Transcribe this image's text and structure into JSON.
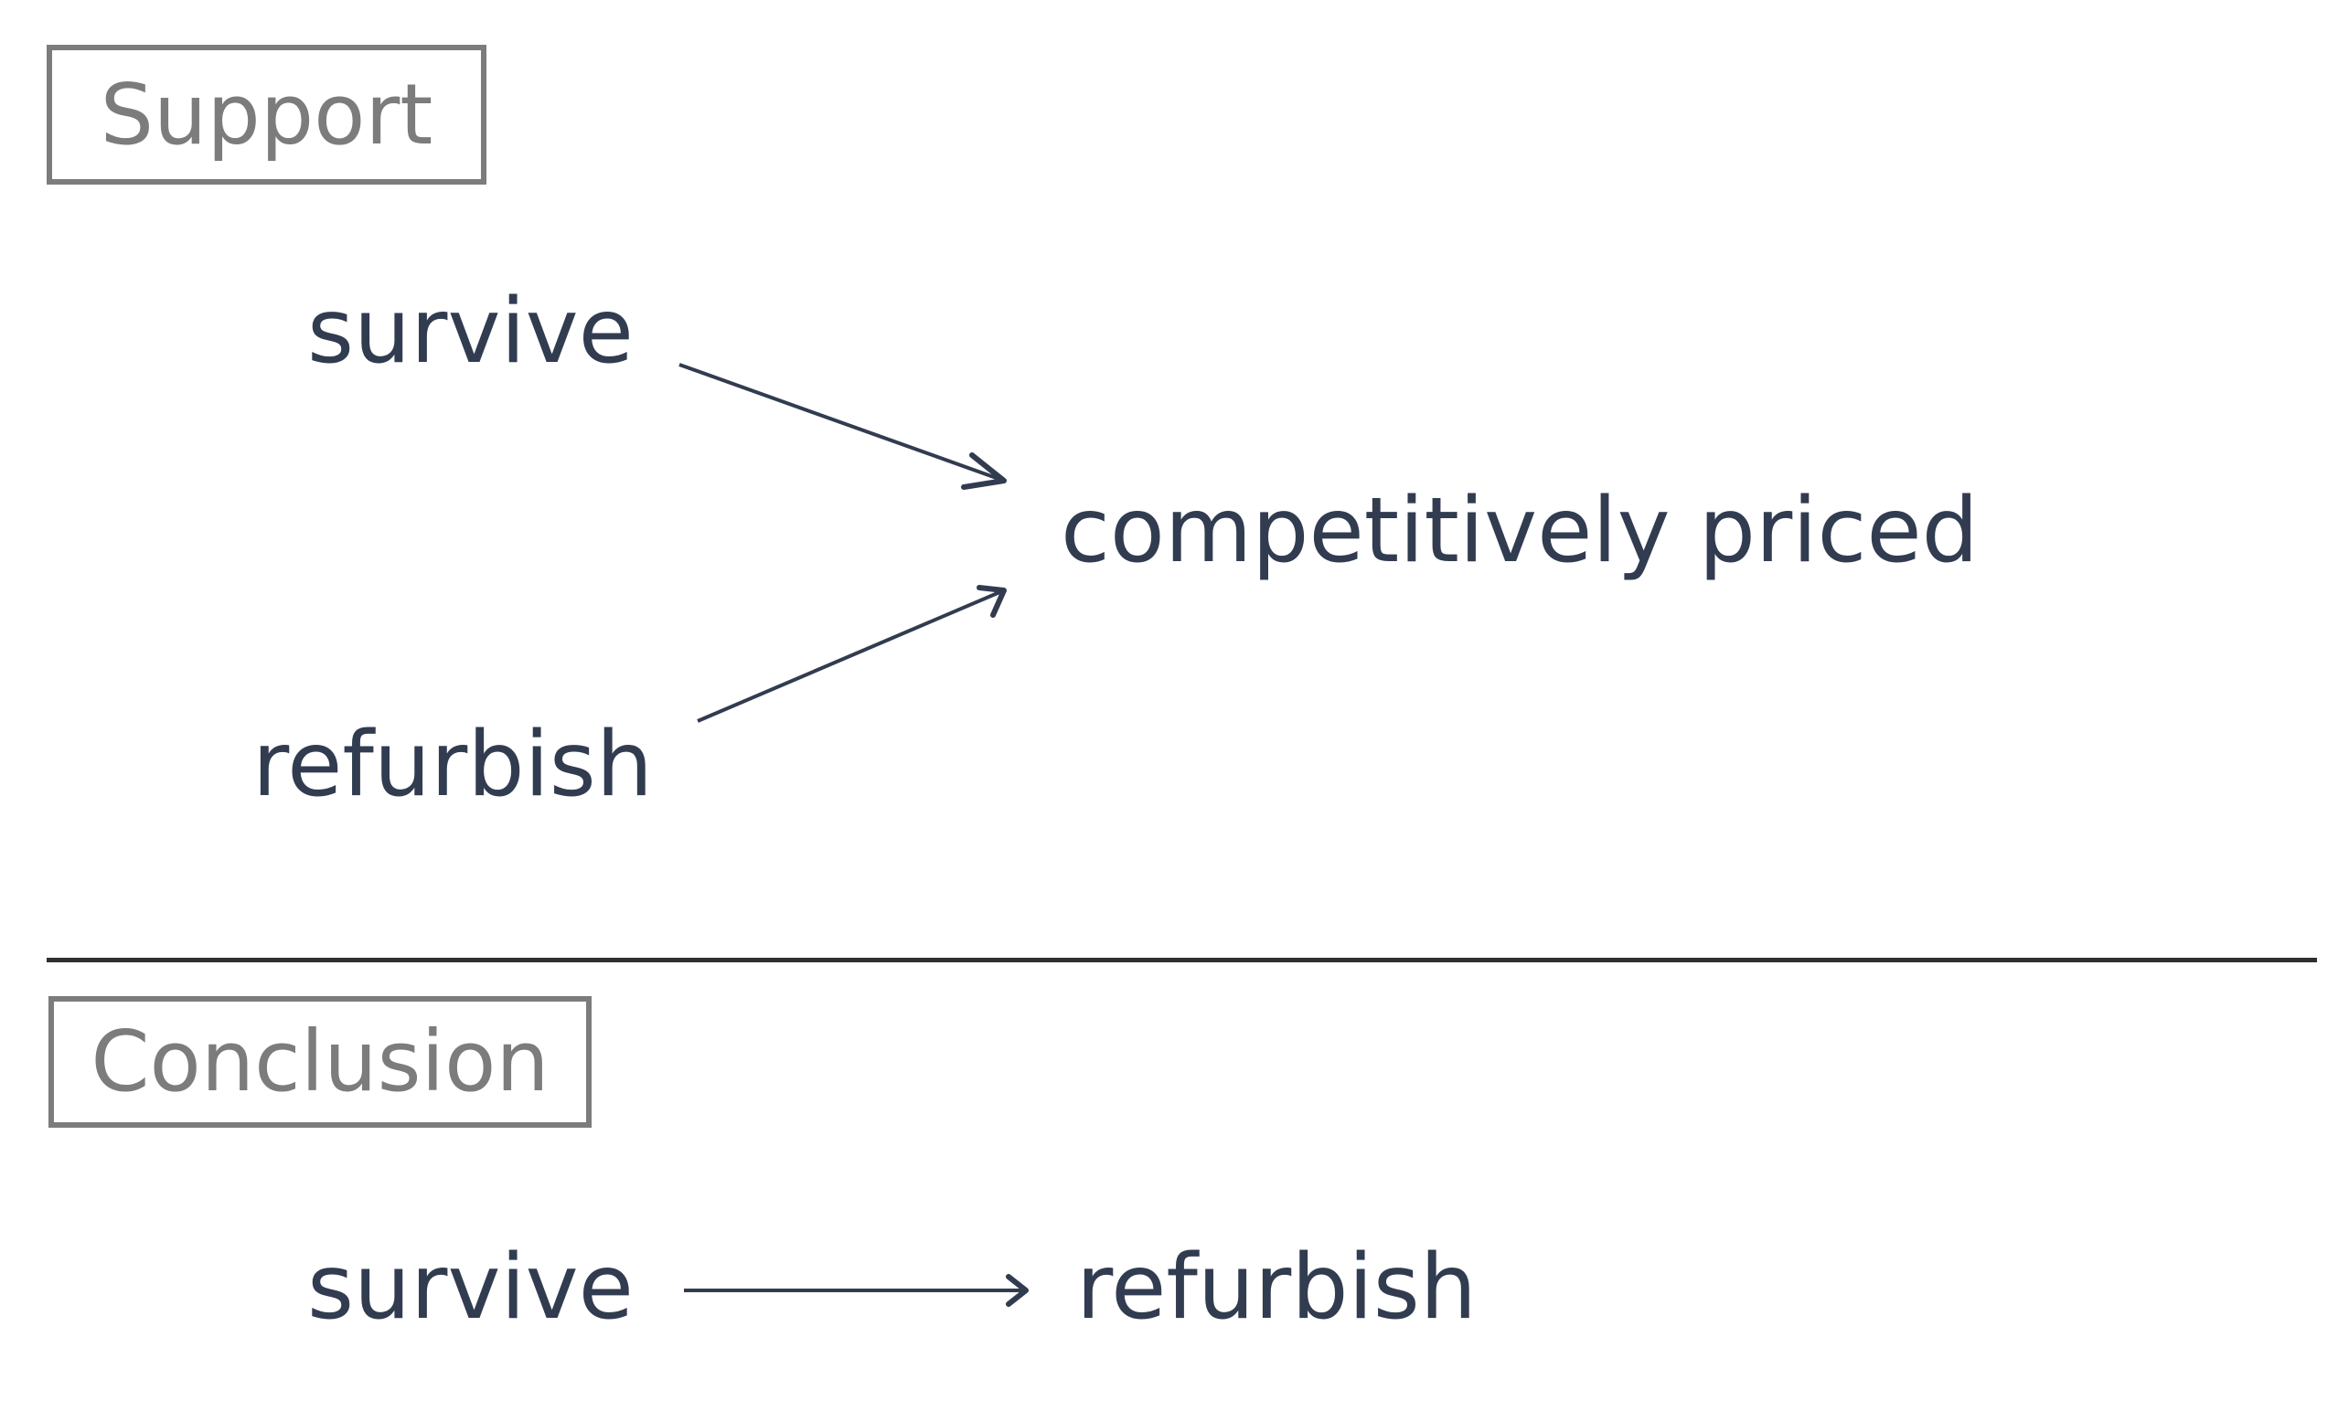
{
  "sections": {
    "support": {
      "label": "Support",
      "terms": {
        "survive": "survive",
        "competitively_priced": "competitively priced",
        "refurbish": "refurbish"
      }
    },
    "conclusion": {
      "label": "Conclusion",
      "terms": {
        "survive": "survive",
        "refurbish": "refurbish"
      }
    }
  },
  "colors": {
    "term_text": "#323c50",
    "label": "#7c7c7c",
    "divider": "#2f2f2f",
    "arrow": "#323c50"
  }
}
